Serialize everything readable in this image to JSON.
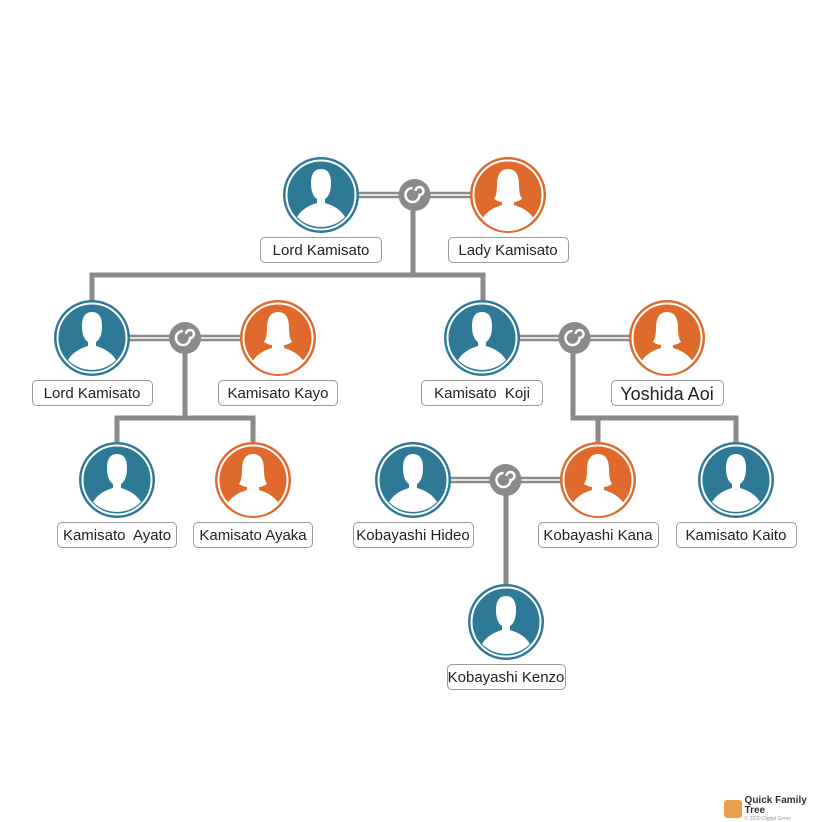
{
  "colors": {
    "male": "#2e7a96",
    "female": "#e06a2c",
    "connector": "#8a8a8a"
  },
  "people": [
    {
      "id": "p1",
      "name": "Lord Kamisato",
      "gender": "male"
    },
    {
      "id": "p2",
      "name": "Lady Kamisato",
      "gender": "female"
    },
    {
      "id": "p3",
      "name": "Lord Kamisato",
      "gender": "male"
    },
    {
      "id": "p4",
      "name": "Kamisato Kayo",
      "gender": "female"
    },
    {
      "id": "p5",
      "name": "Kamisato  Koji",
      "gender": "male"
    },
    {
      "id": "p6",
      "name": "Yoshida Aoi",
      "gender": "female"
    },
    {
      "id": "p7",
      "name": "Kamisato  Ayato",
      "gender": "male"
    },
    {
      "id": "p8",
      "name": "Kamisato Ayaka",
      "gender": "female"
    },
    {
      "id": "p9",
      "name": "Kobayashi Hideo",
      "gender": "male"
    },
    {
      "id": "p10",
      "name": "Kobayashi Kana",
      "gender": "female"
    },
    {
      "id": "p11",
      "name": "Kamisato Kaito",
      "gender": "male"
    },
    {
      "id": "p12",
      "name": "Kobayashi Kenzo",
      "gender": "male"
    }
  ],
  "couples": [
    [
      "p1",
      "p2"
    ],
    [
      "p3",
      "p4"
    ],
    [
      "p5",
      "p6"
    ],
    [
      "p9",
      "p10"
    ]
  ],
  "logo": {
    "title": "Quick Family Tree",
    "subtitle": "© 2020 Digital Gems"
  }
}
